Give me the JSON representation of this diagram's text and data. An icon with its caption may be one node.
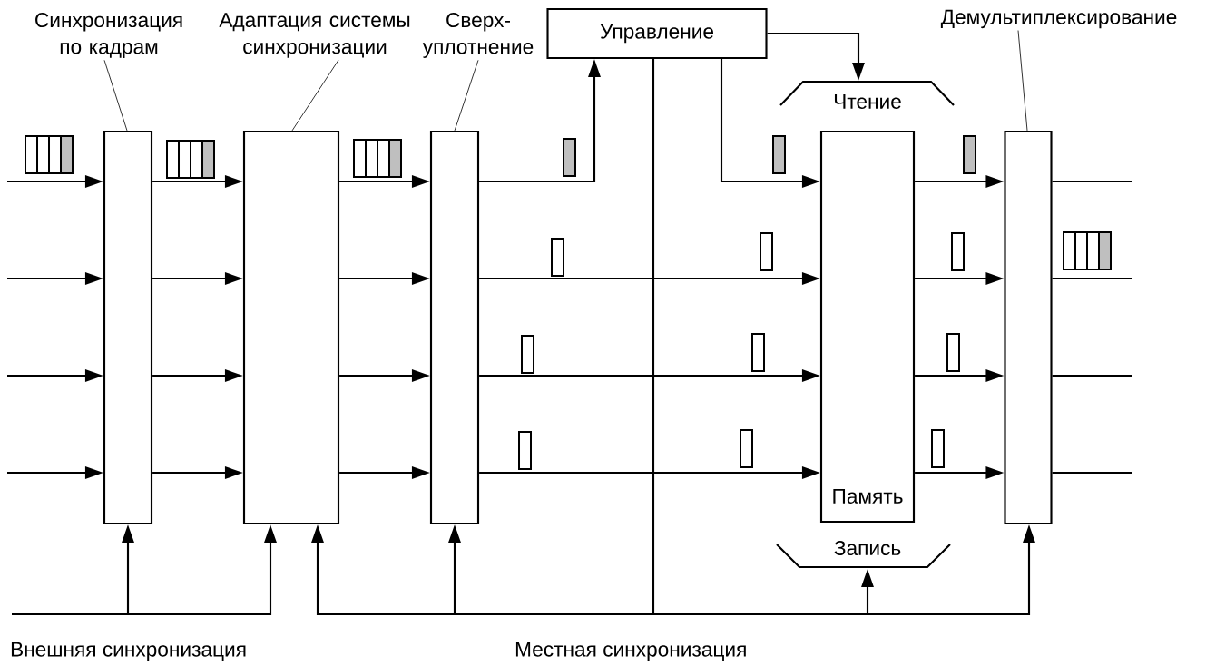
{
  "diagram": {
    "nodes": [
      {
        "text": [
          "Синхронизация по кадрам"
        ]
      },
      {
        "text": [],
        "shape": "box"
      },
      {
        "text": [
          "Адаптация системы синхронизации"
        ]
      },
      {
        "text": [],
        "shape": "box"
      },
      {
        "text": [
          "Сверх- уплотнение"
        ]
      },
      {
        "text": [],
        "shape": "box"
      },
      {
        "text": [
          "Управление"
        ]
      },
      {
        "text": [
          "Демультиплексирование"
        ]
      },
      {
        "text": [
          "Чтение"
        ]
      },
      {
        "text": [
          "Память"
        ]
      },
      {
        "text": [
          "Запись"
        ]
      },
      {
        "text": [],
        "shape": "box"
      }
    ],
    "edges": [
      {
        "from": 0,
        "to": 1,
        "arrow": "none"
      },
      {
        "from": 2,
        "to": 3,
        "arrow": "none"
      },
      {
        "from": 4,
        "to": 5,
        "arrow": "none"
      },
      {
        "from": 7,
        "to": 11,
        "arrow": "none"
      },
      {
        "from": null,
        "to": 1,
        "arrow": "to"
      },
      {
        "from": null,
        "to": 1,
        "arrow": "to"
      },
      {
        "from": null,
        "to": 1,
        "arrow": "to"
      },
      {
        "from": null,
        "to": 1,
        "arrow": "to"
      },
      {
        "from": 1,
        "to": 3,
        "arrow": "to"
      },
      {
        "from": 1,
        "to": 3,
        "arrow": "to"
      },
      {
        "from": 1,
        "to": 3,
        "arrow": "to"
      },
      {
        "from": 1,
        "to": 3,
        "arrow": "to"
      },
      {
        "from": 3,
        "to": 5,
        "arrow": "to"
      },
      {
        "from": 3,
        "to": 5,
        "arrow": "to"
      },
      {
        "from": 3,
        "to": 5,
        "arrow": "to"
      },
      {
        "from": 3,
        "to": 5,
        "arrow": "to"
      },
      {
        "from": 5,
        "to": 6,
        "arrow": "to"
      },
      {
        "from": 5,
        "to": 9,
        "arrow": "to"
      },
      {
        "from": 5,
        "to": 9,
        "arrow": "to"
      },
      {
        "from": 5,
        "to": 9,
        "arrow": "to"
      },
      {
        "from": 6,
        "to": 9,
        "arrow": "to"
      },
      {
        "from": 6,
        "to": 8,
        "arrow": "to"
      },
      {
        "from": 9,
        "to": 11,
        "arrow": "to"
      },
      {
        "from": 9,
        "to": 11,
        "arrow": "to"
      },
      {
        "from": 9,
        "to": 11,
        "arrow": "to"
      },
      {
        "from": 9,
        "to": 11,
        "arrow": "to"
      },
      {
        "from": 11,
        "to": null,
        "arrow": "none"
      },
      {
        "from": 11,
        "to": null,
        "arrow": "none"
      },
      {
        "from": 11,
        "to": null,
        "arrow": "none"
      },
      {
        "from": 11,
        "to": null,
        "arrow": "none"
      },
      {
        "from": null,
        "to": 1,
        "arrow": "to"
      },
      {
        "from": null,
        "to": 3,
        "arrow": "to"
      },
      {
        "from": null,
        "to": 3,
        "arrow": "to"
      },
      {
        "from": null,
        "to": 5,
        "arrow": "to"
      },
      {
        "from": null,
        "to": 10,
        "arrow": "to"
      },
      {
        "from": null,
        "to": 11,
        "arrow": "to"
      },
      {
        "from": 6,
        "to": null,
        "arrow": "none"
      }
    ],
    "labels": [
      "Внешняя синхронизация",
      "Местная синхронизация"
    ]
  }
}
